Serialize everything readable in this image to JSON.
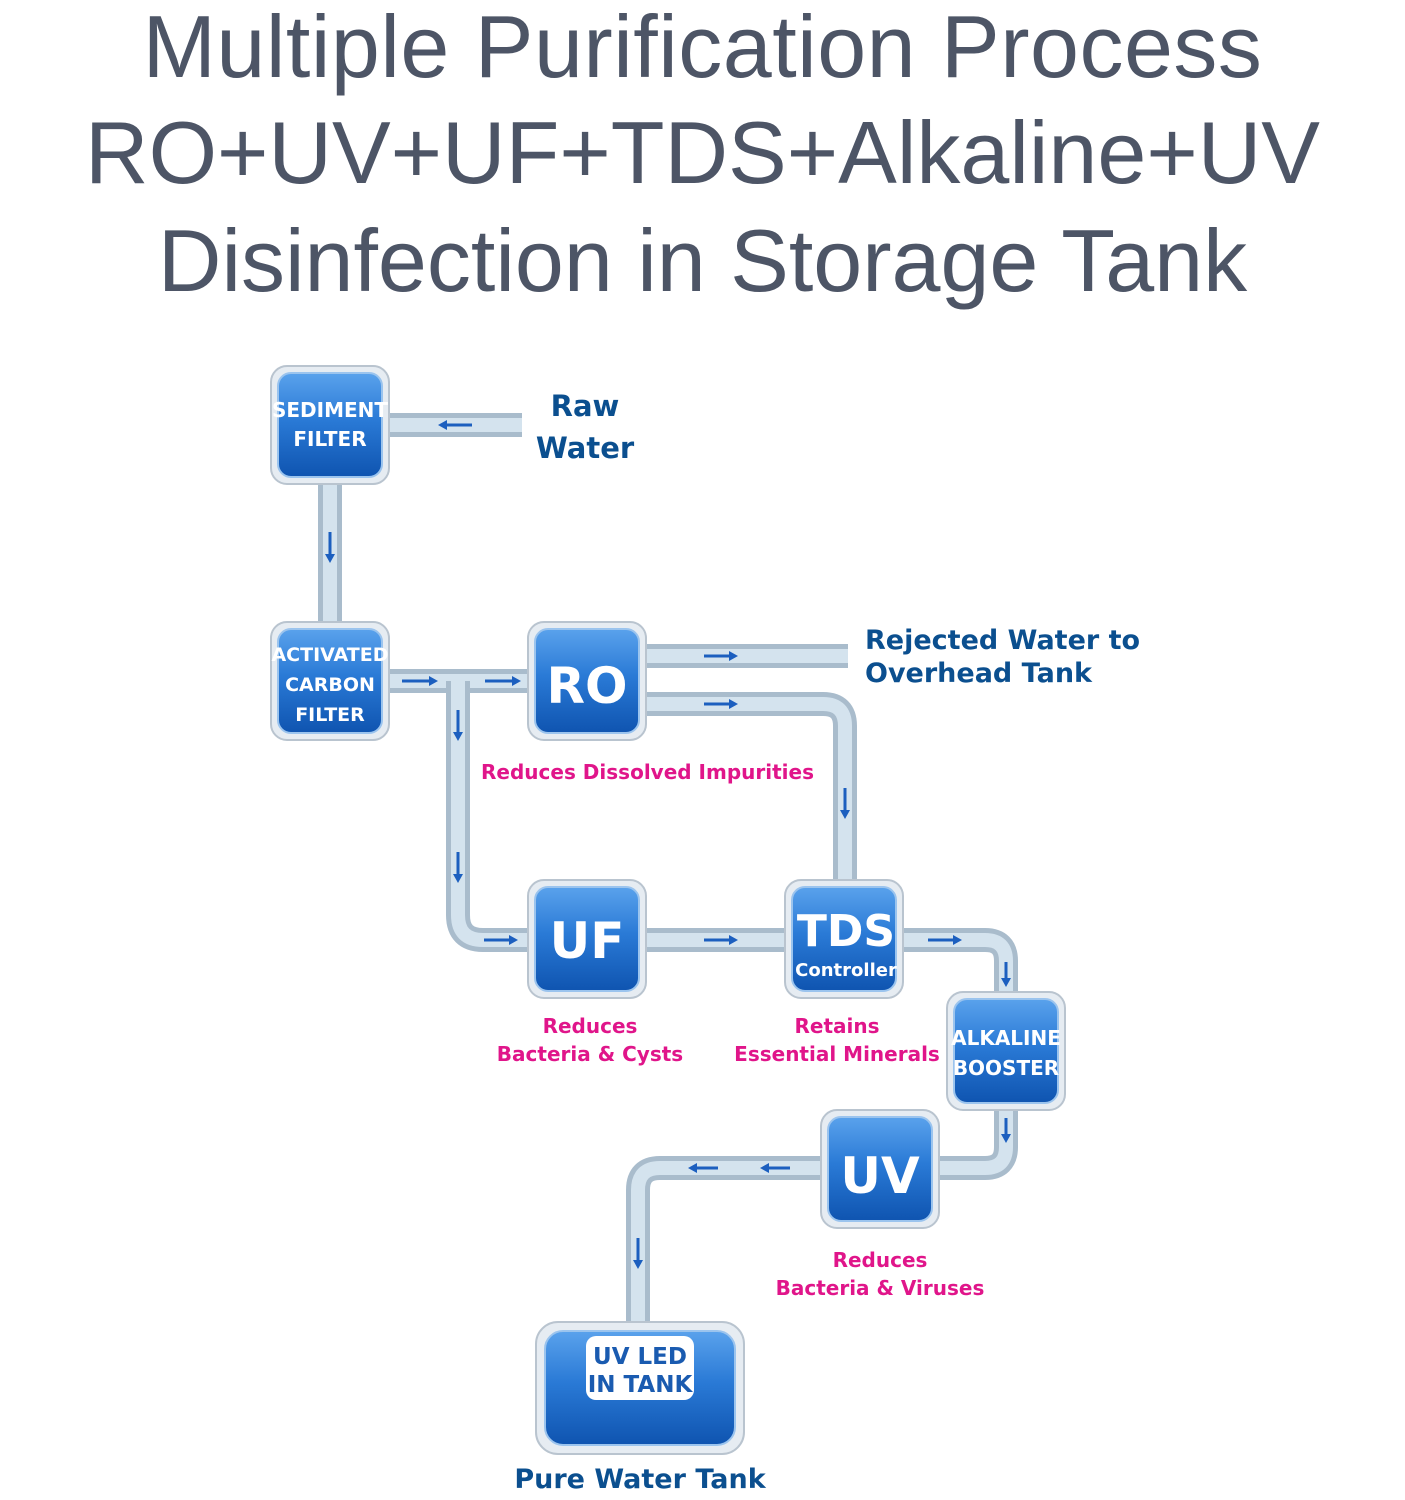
{
  "title": {
    "line1": "Multiple Purification Process",
    "line2": "RO+UV+UF+TDS+Alkaline+UV",
    "line3": "Disinfection in Storage Tank"
  },
  "colors": {
    "title": "#4d5566",
    "box_blue": "#1f6fcc",
    "label_navy": "#0b4f8f",
    "label_pink": "#e0158a",
    "arrow": "#1c5fbf"
  },
  "inputs": {
    "raw_water_line1": "Raw",
    "raw_water_line2": "Water",
    "rejected_line1": "Rejected Water to",
    "rejected_line2": "Overhead Tank"
  },
  "stages": {
    "sediment": {
      "line1": "SEDIMENT",
      "line2": "FILTER"
    },
    "carbon": {
      "line1": "ACTIVATED",
      "line2": "CARBON",
      "line3": "FILTER"
    },
    "ro": {
      "label": "RO",
      "desc": "Reduces Dissolved Impurities"
    },
    "uf": {
      "label": "UF",
      "desc_line1": "Reduces",
      "desc_line2": "Bacteria & Cysts"
    },
    "tds": {
      "label": "TDS",
      "sub": "Controller",
      "desc_line1": "Retains",
      "desc_line2": "Essential Minerals"
    },
    "alkaline": {
      "line1": "ALKALINE",
      "line2": "BOOSTER"
    },
    "uv": {
      "label": "UV",
      "desc_line1": "Reduces",
      "desc_line2": "Bacteria & Viruses"
    },
    "tank": {
      "line1": "UV LED",
      "line2": "IN TANK",
      "caption": "Pure Water Tank"
    }
  }
}
